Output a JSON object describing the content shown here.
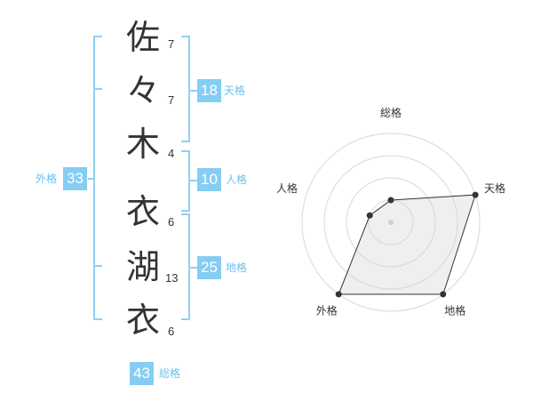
{
  "characters": [
    {
      "char": "佐",
      "strokes": "7"
    },
    {
      "char": "々",
      "strokes": "7"
    },
    {
      "char": "木",
      "strokes": "4"
    },
    {
      "char": "衣",
      "strokes": "6"
    },
    {
      "char": "湖",
      "strokes": "13"
    },
    {
      "char": "衣",
      "strokes": "6"
    }
  ],
  "fortunes": {
    "tenkaku": {
      "value": "18",
      "label": "天格"
    },
    "jinkaku": {
      "value": "10",
      "label": "人格"
    },
    "chikaku": {
      "value": "25",
      "label": "地格"
    },
    "gaikaku": {
      "value": "33",
      "label": "外格"
    },
    "soukaku": {
      "value": "43",
      "label": "総格"
    }
  },
  "colors": {
    "accent": "#86cdf3",
    "bracket": "#8fd1f5",
    "label": "#6cc0ee",
    "text": "#333333"
  },
  "chart_data": {
    "type": "radar",
    "axes": [
      "総格",
      "天格",
      "地格",
      "外格",
      "人格"
    ],
    "levels": 4,
    "max": 4,
    "values": [
      1,
      4,
      4,
      4,
      1
    ]
  }
}
